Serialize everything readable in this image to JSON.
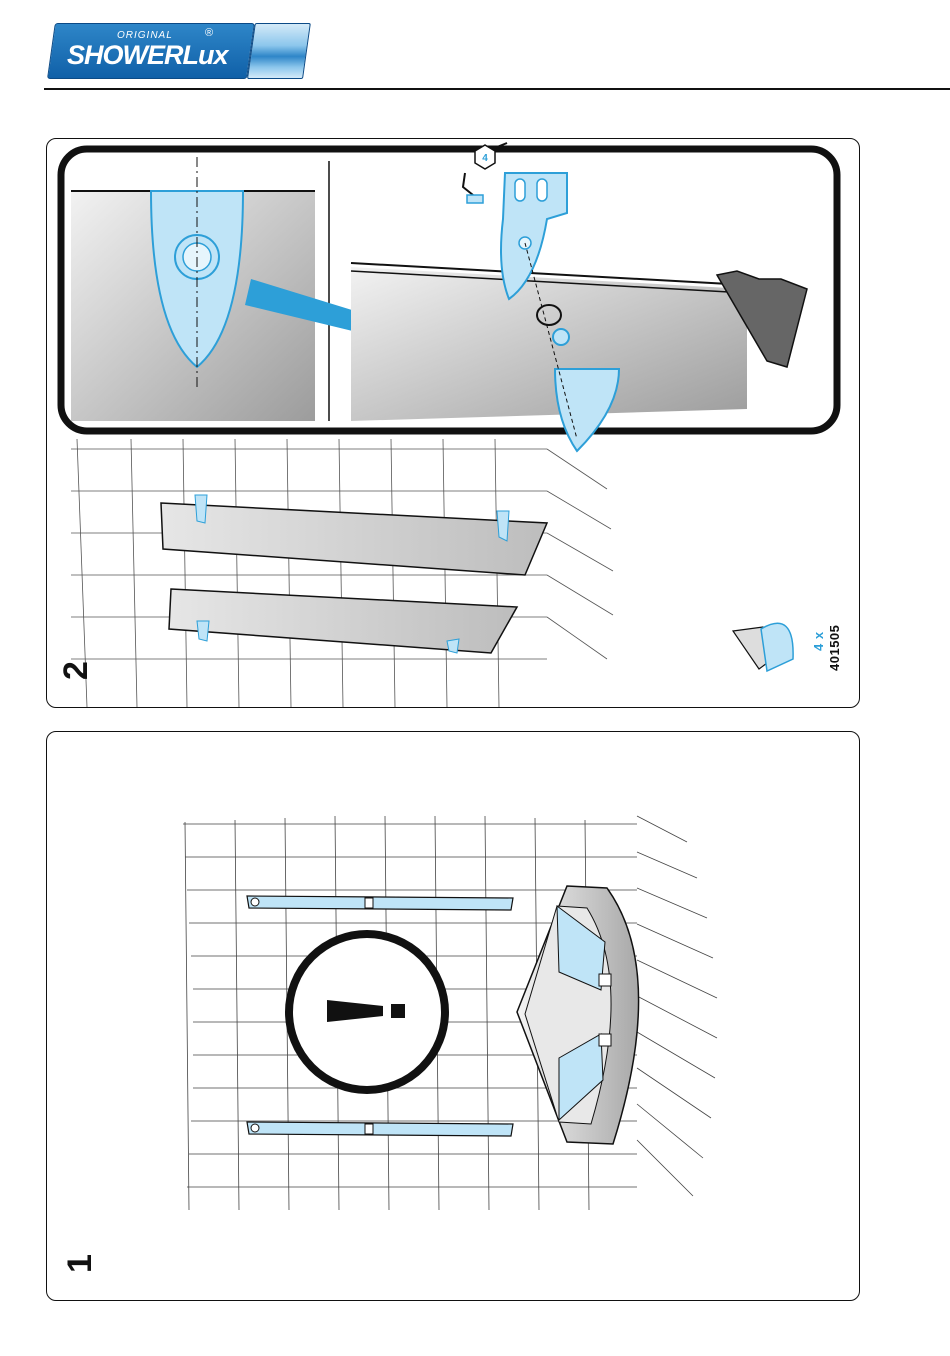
{
  "brand": {
    "original": "ORIGINAL",
    "name": "SHOWERLux",
    "registered": "®"
  },
  "colors": {
    "accent": "#2d9fd8",
    "light_blue": "#bfe4f7",
    "dark": "#111111"
  },
  "step2": {
    "number": "2",
    "detail_callout": "4",
    "part_quantity": "4 x",
    "part_number": "401505"
  },
  "step1": {
    "number": "1",
    "warning_icon": "exclamation-icon"
  }
}
